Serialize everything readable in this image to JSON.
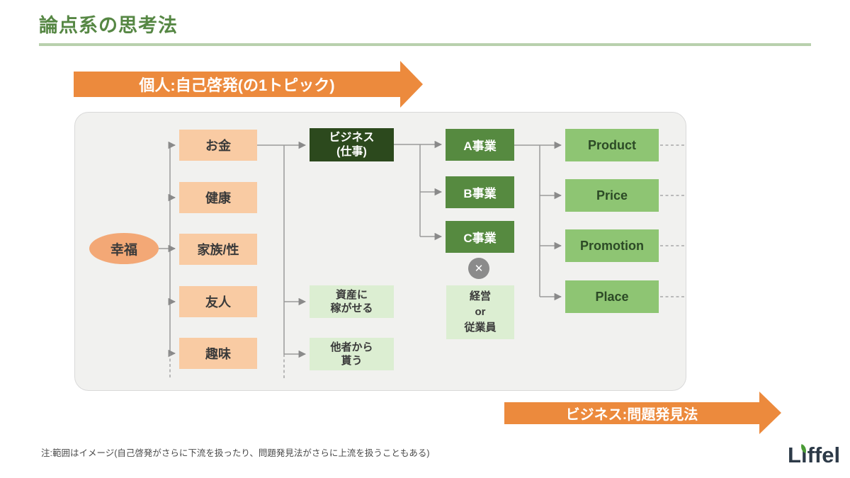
{
  "page": {
    "title": "論点系の思考法",
    "footnote": "注:範囲はイメージ(自己啓発がさらに下流を扱ったり、問題発見法がさらに上流を扱うこともある)",
    "logo": {
      "text": "Liffel",
      "l": "L",
      "i_dotless": "ı",
      "rest": "ffel"
    }
  },
  "banners": {
    "top": "個人:自己啓発(の1トピック)",
    "bottom": "ビジネス:問題発見法"
  },
  "diagram": {
    "root": "幸福",
    "personal_topics": [
      "お金",
      "健康",
      "家族/性",
      "友人",
      "趣味"
    ],
    "business": {
      "line1": "ビジネス",
      "line2": "(仕事)"
    },
    "money_alternatives": [
      {
        "line1": "資産に",
        "line2": "稼がせる"
      },
      {
        "line1": "他者から",
        "line2": "貰う"
      }
    ],
    "business_units": [
      "A事業",
      "B事業",
      "C事業"
    ],
    "multiply_icon": "✕",
    "role": {
      "line1": "経営",
      "line2": "or",
      "line3": "従業員"
    },
    "four_p": [
      "Product",
      "Price",
      "Promotion",
      "Place"
    ]
  },
  "colors": {
    "accent_green": "#568744",
    "underline_green": "#b8d0ad",
    "accent_orange": "#ec8a3d",
    "dark_green_box": "#2c491d",
    "mid_green_box": "#568a40",
    "light_green_box": "#8ec573",
    "pale_green_box": "#dceed2",
    "peach_box": "#f9cba3",
    "ellipse_orange": "#f3a876",
    "line_gray": "#9a9a9a"
  }
}
